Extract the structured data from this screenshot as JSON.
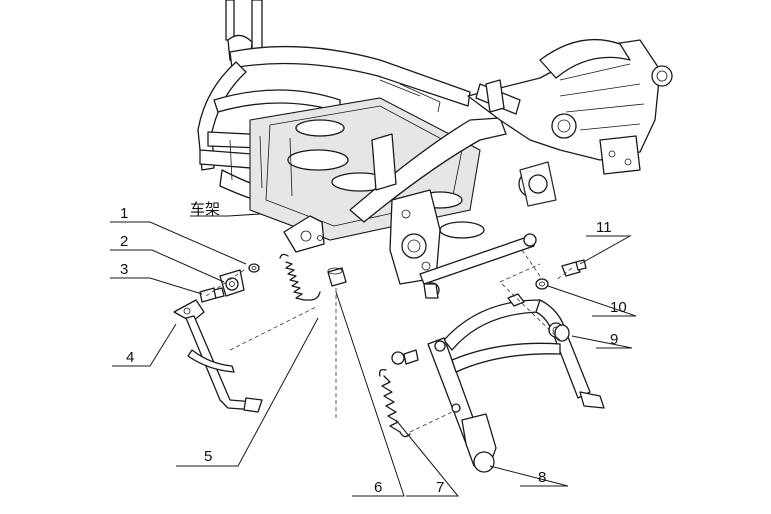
{
  "frame_label": "车架",
  "callouts": [
    "1",
    "2",
    "3",
    "4",
    "5",
    "6",
    "7",
    "8",
    "9",
    "10",
    "11"
  ]
}
